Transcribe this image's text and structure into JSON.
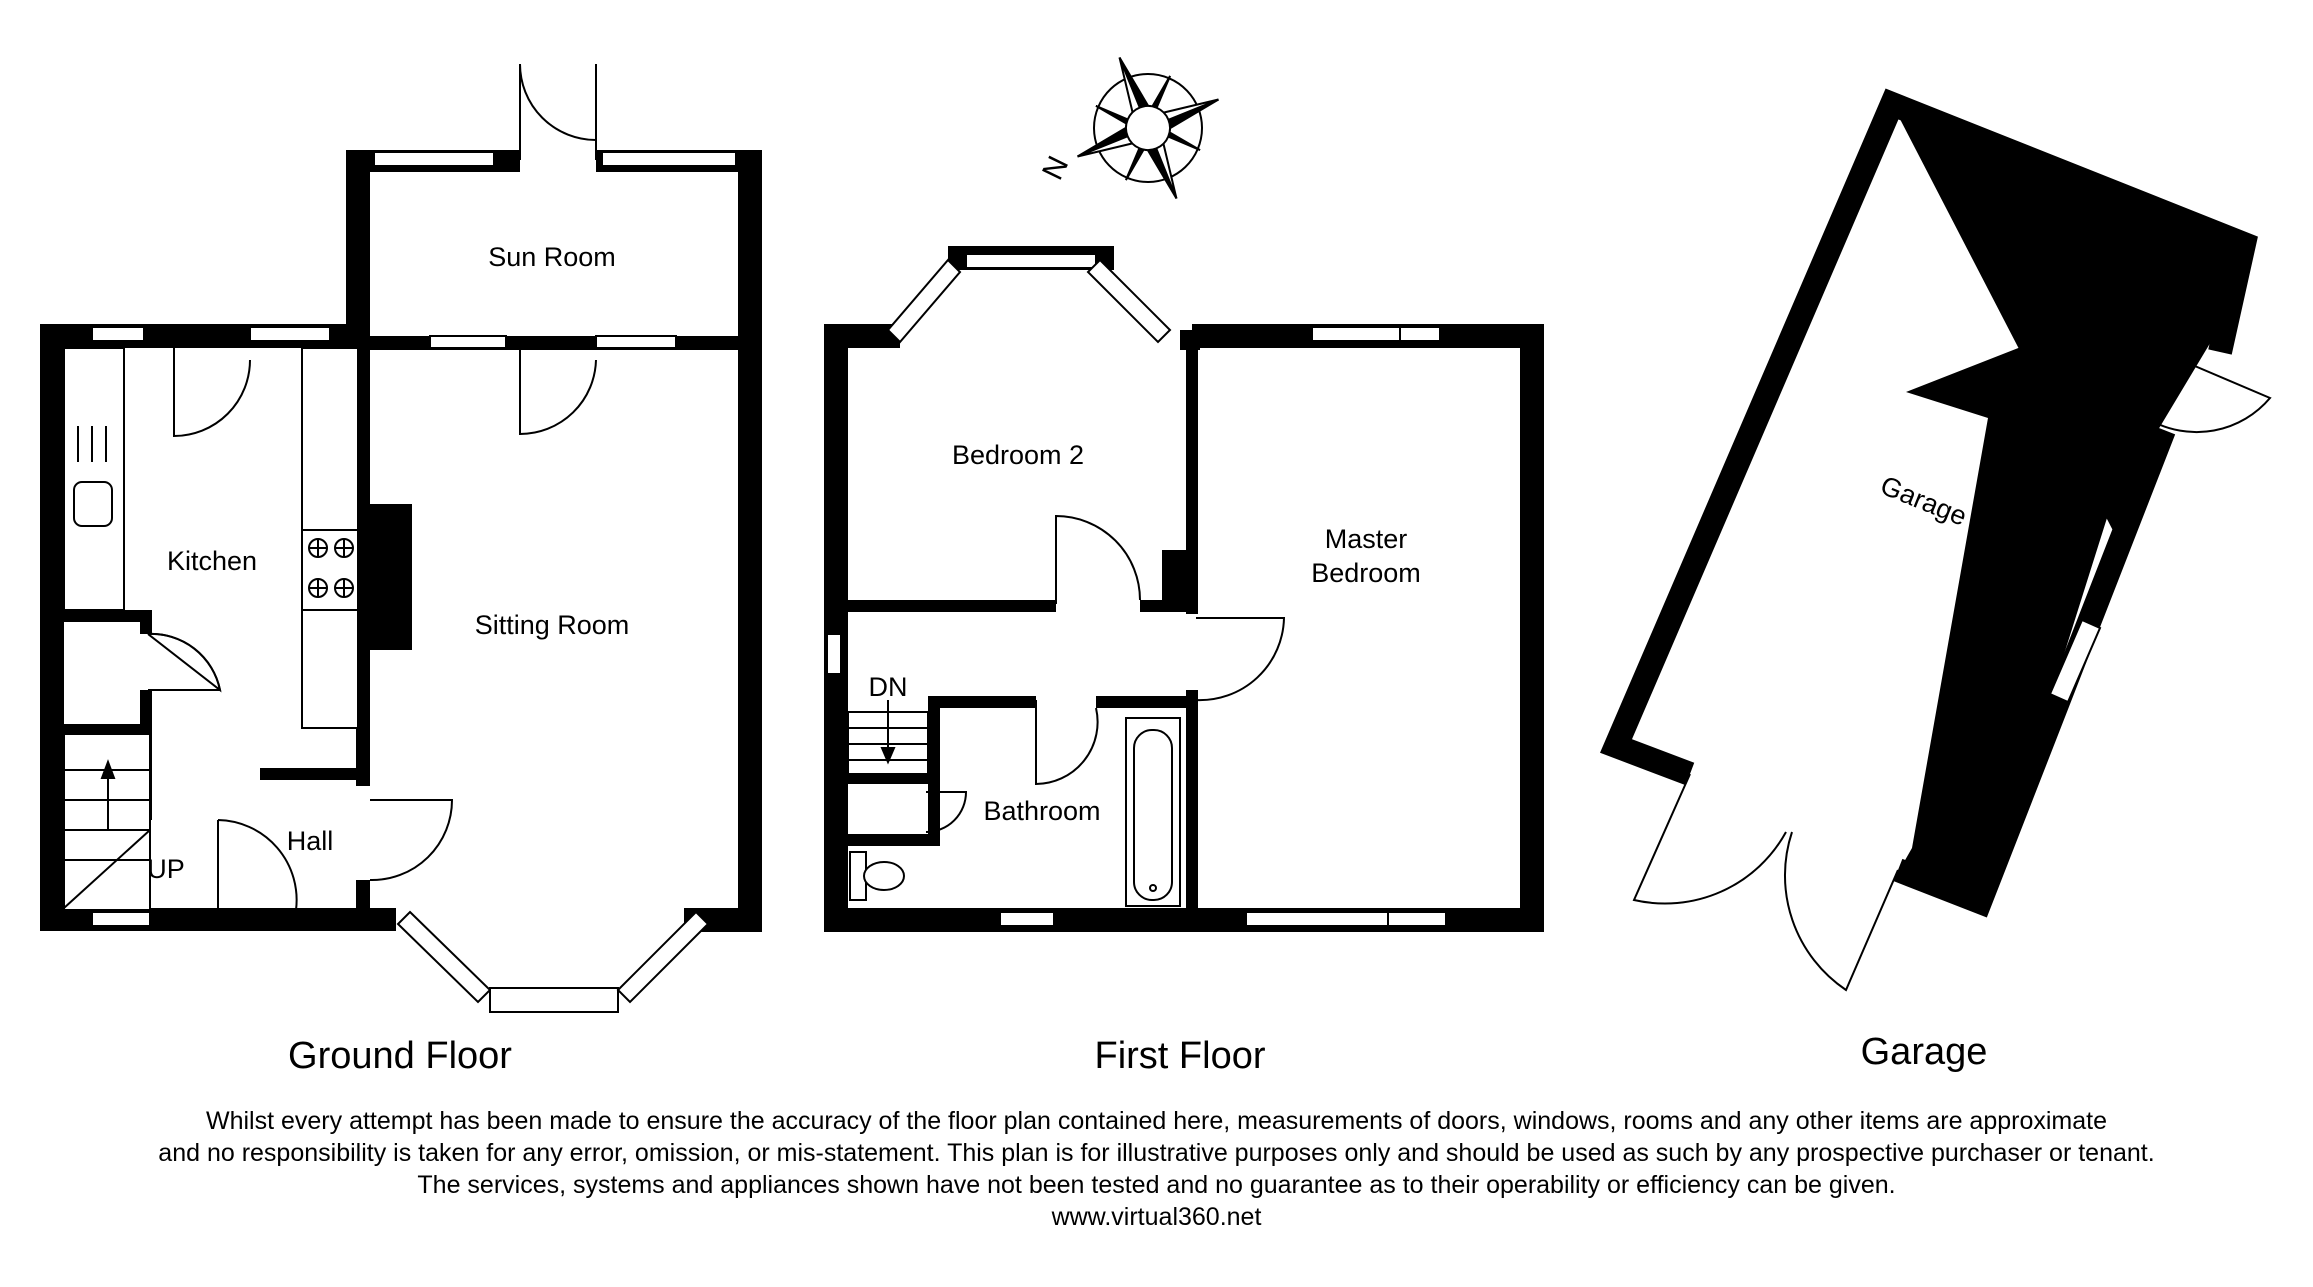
{
  "rooms": {
    "sun_room": "Sun Room",
    "kitchen": "Kitchen",
    "sitting_room": "Sitting Room",
    "hall": "Hall",
    "up": "UP",
    "bedroom_2": "Bedroom 2",
    "master_bedroom_line1": "Master",
    "master_bedroom_line2": "Bedroom",
    "dn": "DN",
    "bathroom": "Bathroom",
    "garage": "Garage"
  },
  "floor_titles": {
    "ground": "Ground Floor",
    "first": "First Floor",
    "garage": "Garage"
  },
  "compass": {
    "north_label": "N"
  },
  "disclaimer": {
    "line1": "Whilst every attempt has been made to ensure the accuracy of the floor plan contained here, measurements of doors, windows, rooms and any other items are approximate",
    "line2": "and no responsibility is taken for any error, omission, or mis-statement. This plan is for illustrative purposes only and should be used as such by any prospective purchaser or tenant.",
    "line3": "The services, systems and appliances shown have not been tested and no guarantee as to their operability or efficiency can be given.",
    "website": "www.virtual360.net"
  }
}
